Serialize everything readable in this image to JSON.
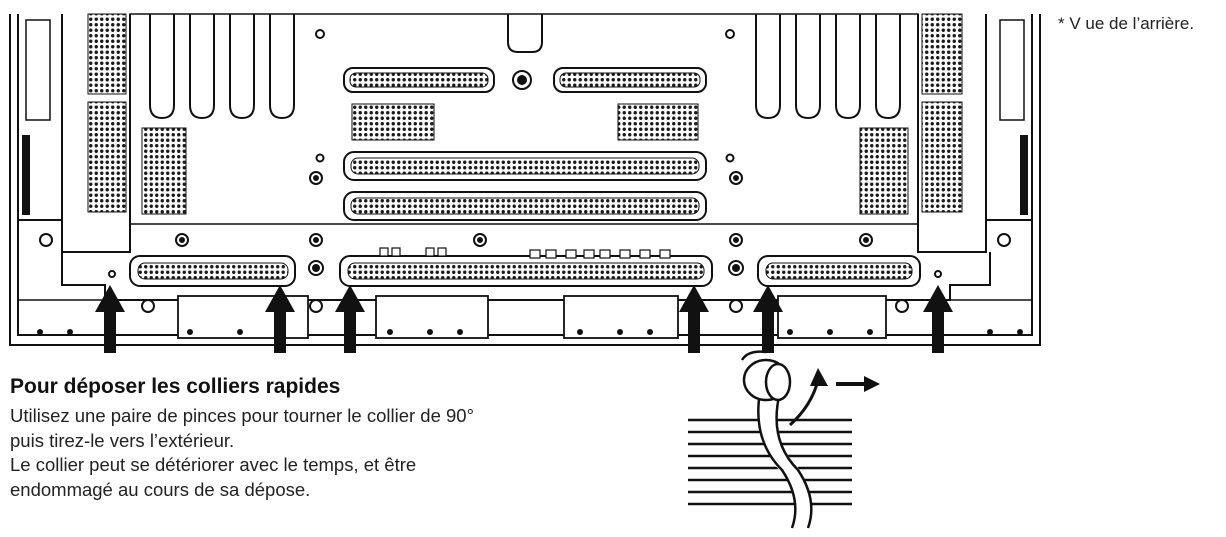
{
  "note": "* V ue de l’arrière.",
  "heading": "Pour déposer les colliers rapides",
  "paragraph": [
    "Utilisez une paire de pinces pour tourner le collier de 90°",
    "puis tirez-le vers l’extérieur.",
    "Le collier peut se détériorer avec le temps, et être",
    "endommagé au cours de sa dépose."
  ],
  "colors": {
    "ink": "#111111",
    "hatch": "#1a1a1a",
    "background": "#ffffff"
  },
  "icons": [
    "arrow-up-icon",
    "cable-tie-icon",
    "screw-icon"
  ]
}
